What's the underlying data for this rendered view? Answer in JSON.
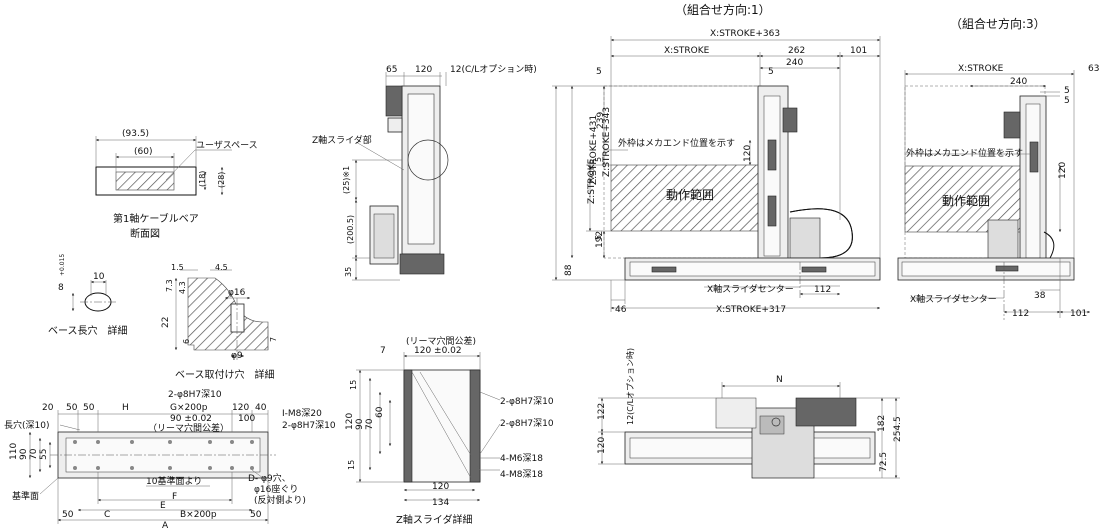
{
  "titles": {
    "combo1": "（組合せ方向:1）",
    "combo3": "（組合せ方向:3）",
    "cable_section": "第1軸ケーブルベア",
    "cable_section2": "断面図",
    "base_slot": "ベース長穴　詳細",
    "base_hole": "ベース取付け穴　詳細",
    "z_detail": "Z軸スライダ詳細"
  },
  "labels": {
    "user_space": "ユーザスペース",
    "z_slider_part": "Z軸スライダ部",
    "outer_frame": "外枠はメカエンド位置を示す",
    "motion_range": "動作範囲",
    "x_slider_center": "X軸スライダセンター",
    "reamer_pitch": "(リーマ穴間公差)",
    "reamer_pitch2": "（リーマ穴間公差）",
    "option_cl": "12(C/Lオプション時)",
    "option_cl_v": "12(C/Lオプション時)",
    "long_hole": "長穴(深10)",
    "ref_surface": "基準面",
    "ref_hole": "10基準面より",
    "d_hole1": "D- φ9穴、",
    "d_hole2": "φ16座ぐり",
    "d_hole3": "(反対側より)",
    "pin1": "2-φ8H7深10",
    "pin2": "2-φ8H7深10",
    "pin_z1": "2-φ8H7深10",
    "pin_z2": "2-φ8H7深10",
    "m8": "I-M8深20",
    "m6": "4-M6深18",
    "m8b": "4-M8深18"
  },
  "dims": {
    "x_stroke_363": "X:STROKE+363",
    "x_stroke": "X:STROKE",
    "x_stroke_317": "X:STROKE+317",
    "z_stroke_431": "Z:STROKE+431",
    "z_stroke_343": "Z:STROKE+343",
    "z_stroke": "Z:STROKE",
    "d262": "262",
    "d101": "101",
    "d240": "240",
    "d5": "5",
    "d239": "239",
    "d120": "120",
    "d192": "192",
    "d88": "88",
    "d46": "46",
    "d112": "112",
    "d63": "63",
    "d38": "38",
    "d65": "65",
    "d25_1": "(25)※1",
    "d200_5": "(200.5)",
    "d35": "35",
    "d93_5": "(93.5)",
    "d60": "(60)",
    "d18": "(18)",
    "d28": "(28)",
    "d8tol": "8",
    "d8tol_sup": "+0.015",
    "d8tol_sub": "0",
    "d10": "10",
    "d1_5": "1.5",
    "d4_5": "4.5",
    "d7_3": "7.3",
    "d4_3": "4.3",
    "phi16": "φ16",
    "d22": "22",
    "d6": "6",
    "phi9": "φ9",
    "d7": "7",
    "d120_002": "120 ±0.02",
    "d90_002": "90 ±0.02",
    "gx200p": "G×200p",
    "bx200p": "B×200p",
    "d20": "20",
    "d50": "50",
    "H": "H",
    "d40": "40",
    "d100": "100",
    "d110": "110",
    "d90": "90",
    "d70": "70",
    "d55": "55",
    "F": "F",
    "E": "E",
    "A": "A",
    "C": "C",
    "N": "N",
    "d15": "15",
    "d60b": "60",
    "d134": "134",
    "d122": "122",
    "d182": "182",
    "d254_5": "254.5",
    "d72_5": "72.5"
  }
}
